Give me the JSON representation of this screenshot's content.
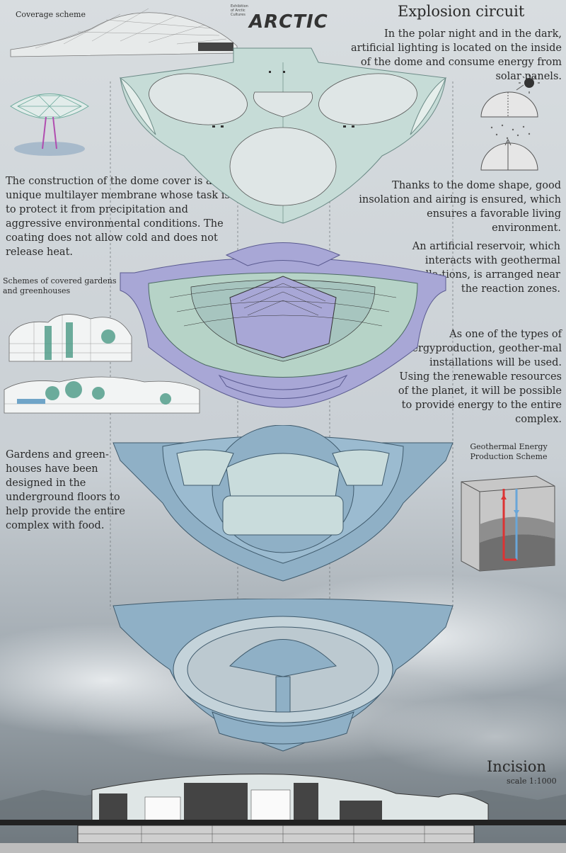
{
  "colors": {
    "background": "#d4d9dd",
    "dome_top": "#c6dcd7",
    "lattice": "#dfe6e6",
    "level1_purple": "#a8a7d6",
    "level1_green": "#b6d3c7",
    "level_blue": "#8fb0c6",
    "level_blue_light": "#c9dcdc",
    "text": "#2a2a2a"
  },
  "labels": {
    "coverage_scheme": "Coverage scheme",
    "explosion_title": "Explosion circuit",
    "explosion_text": "In the polar night and in the dark, artificial lighting is located on the inside of the dome and consume energy from solar panels.",
    "brand": "ARCTIC",
    "brand_sub": "Exhibition of Arctic Cultures",
    "dome_construction": "The construction of the dome cover is a unique multilayer membrane whose task is to protect it from precipitation and aggressive environmental conditions. The coating does not allow cold and does not release heat.",
    "dome_shape": "Thanks to the dome shape, good insolation and airing is ensured, which ensures a favorable living environment.",
    "gardens_scheme": "Schemes of covered gardens and greenhouses",
    "reservoir": "An artificial reservoir, which interacts with geothermal installa-tions, is arranged near the reaction zones.",
    "geothermal_text": "As one of the types of energyproduction, geother-mal installations will be used. Using the renewable resources of the planet, it will be possible to provide energy to the entire complex.",
    "gardens_text": "Gardens and green-houses have been designed in the underground floors to help provide the entire complex with food.",
    "geothermal_scheme": "Geothermal Energy Production Scheme",
    "incision_title": "Incision",
    "incision_scale": "scale 1:1000"
  },
  "icons": [
    "sun-icon",
    "geothermal-block-icon",
    "dome-section-icon",
    "tree-structure-icon"
  ]
}
